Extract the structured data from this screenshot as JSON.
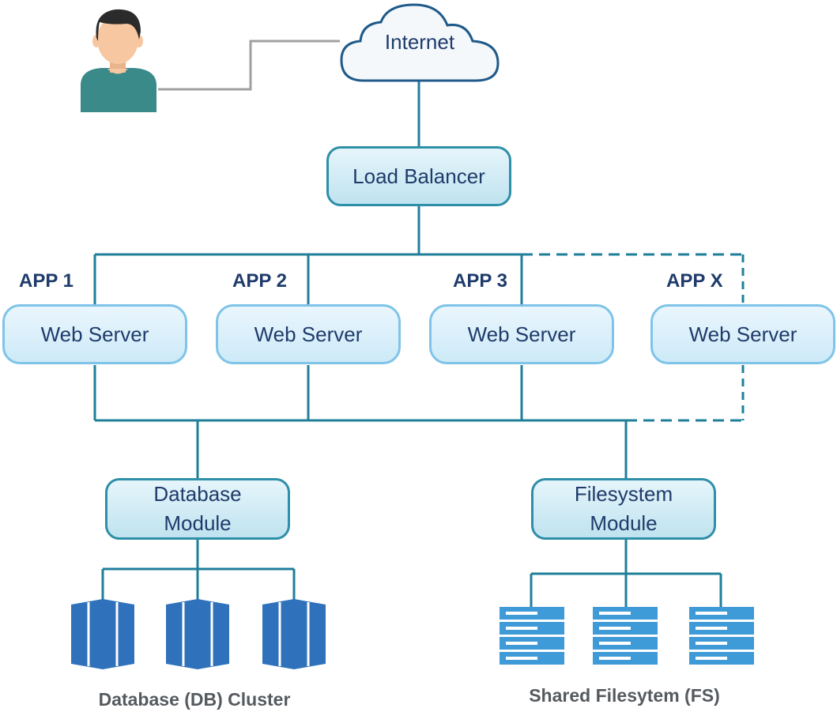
{
  "internet_label": "Internet",
  "load_balancer_label": "Load Balancer",
  "apps": [
    {
      "label": "APP 1",
      "server": "Web Server"
    },
    {
      "label": "APP 2",
      "server": "Web Server"
    },
    {
      "label": "APP 3",
      "server": "Web Server"
    },
    {
      "label": "APP X",
      "server": "Web Server"
    }
  ],
  "database_module": {
    "line1": "Database",
    "line2": "Module"
  },
  "filesystem_module": {
    "line1": "Filesystem",
    "line2": "Module"
  },
  "db_cluster_caption": "Database (DB) Cluster",
  "fs_caption": "Shared Filesytem (FS)",
  "colors": {
    "connector": "#1f7f99",
    "user_connector": "#a0a0a0",
    "node_border": "#2e8fa8",
    "web_server_border": "#7fc4e8",
    "text": "#1f3b6b",
    "storage_blue": "#2f72bb",
    "fs_blue": "#3f9ad8",
    "user_shirt": "#3a8a8a",
    "user_skin": "#f6c7a0",
    "user_hair": "#2b2b2b"
  }
}
